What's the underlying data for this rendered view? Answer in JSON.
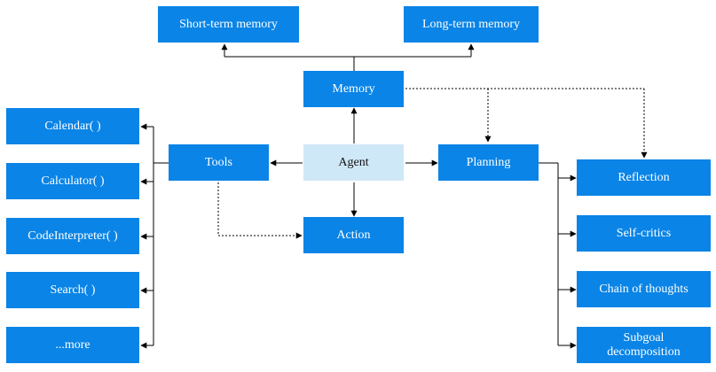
{
  "nodes": {
    "short_term_memory": "Short-term memory",
    "long_term_memory": "Long-term memory",
    "memory": "Memory",
    "agent": "Agent",
    "tools": "Tools",
    "planning": "Planning",
    "action": "Action",
    "tools_list": [
      "Calendar( )",
      "Calculator( )",
      "CodeInterpreter( )",
      "Search( )",
      "...more"
    ],
    "planning_list": [
      "Reflection",
      "Self-critics",
      "Chain of thoughts",
      "Subgoal decomposition"
    ]
  },
  "colors": {
    "node_fill": "#0a84e6",
    "agent_fill": "#cfe8f8",
    "edge": "#000000"
  }
}
